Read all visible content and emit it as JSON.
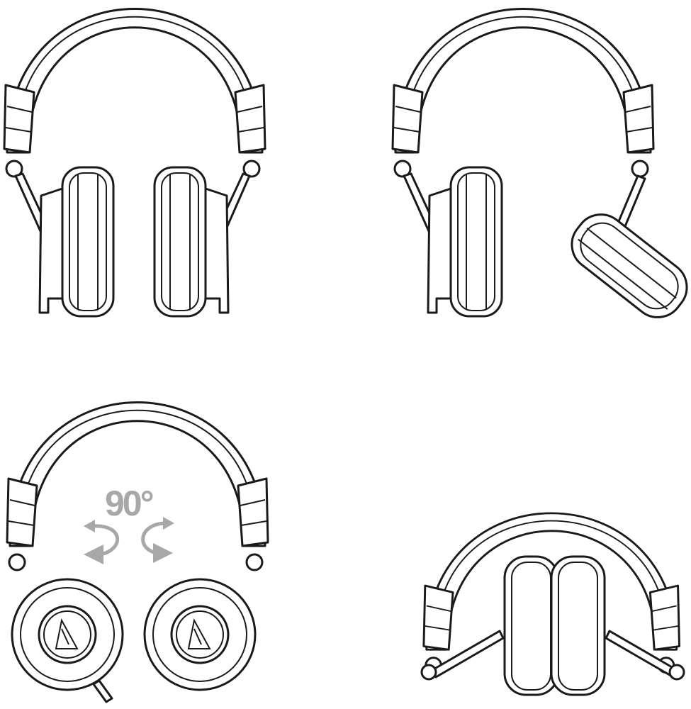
{
  "figure": {
    "rotation_label": "90°",
    "views": [
      "front-view",
      "one-earcup-swiveled",
      "earcups-rotated-90",
      "folded"
    ],
    "colors": {
      "line": "#1a1a1a",
      "annotation": "#a8a8a8",
      "background": "#ffffff"
    }
  }
}
